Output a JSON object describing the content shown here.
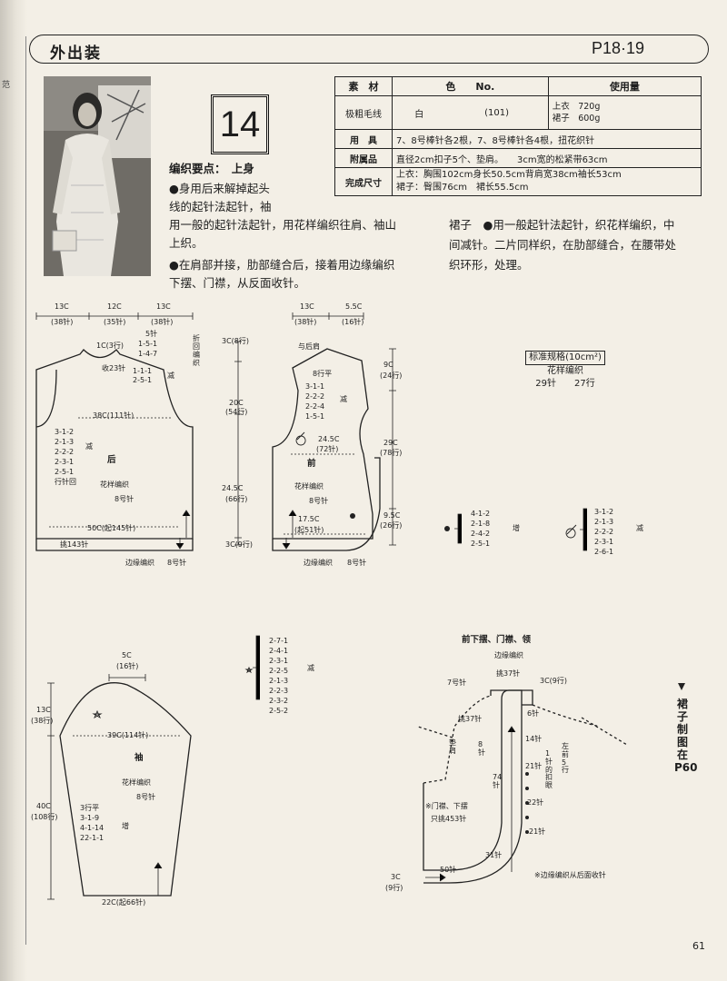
{
  "side_char": "范",
  "header": {
    "title": "外出装",
    "page_ref": "P18·19"
  },
  "pattern_number": "14",
  "materials": {
    "col_material": "素　材",
    "col_color": "色　　No.",
    "col_amount": "使用量",
    "yarn": "极粗毛线",
    "color": "白",
    "color_no": "(101)",
    "amount_top": "上衣　720g",
    "amount_skirt": "裙子　600g",
    "tools_label": "用　具",
    "tools": "7、8号棒针各2根，7、8号棒针各4根，扭花织针",
    "acc_label": "附属品",
    "accessories": "直径2cm扣子5个、垫肩。　　3cm宽的松紧带63cm",
    "size_label": "完成尺寸",
    "size_top": "上衣：胸围102cm身长50.5cm背肩宽38cm袖长53cm",
    "size_skirt": "裙子：臀围76cm　裙长55.5cm"
  },
  "instructions": {
    "heading": "编织要点：　上身",
    "l1": "●身用后来解掉起头",
    "l2": "线的起针法起针，袖",
    "l3": "用一般的起针法起针，用花样编织往肩、袖山",
    "l4": "上织。",
    "l5": "●在肩部并接，肋部缝合后，接着用边缘编织",
    "l6": "下摆、门襟，从反面收针。",
    "skirt1": "裙子　●用一般起针法起针，织花样编织，中",
    "skirt2": "间减针。二片同样织，在肋部缝合，在腰带处",
    "skirt3": "织环形，处理。"
  },
  "gauge": {
    "title": "标准规格(10cm²)",
    "pattern": "花样编织",
    "stitches": "29针　　27行"
  },
  "back": {
    "top_13a": "13C",
    "top_38a": "(38针)",
    "top_12": "12C",
    "top_35": "(35针)",
    "top_13b": "13C",
    "top_38b": "(38针)",
    "neck_1c": "1C(3行)",
    "neck_dec": "收23针",
    "neck_5": "5针",
    "neck_r1": "1-5-1",
    "neck_r2": "1-4-7",
    "fold": "折回编织",
    "sh_r1": "1-1-1",
    "sh_r2": "2-5-1",
    "sh_dec": "减",
    "w38": "38C(111针)",
    "arm_r1": "3-1-2",
    "arm_r2": "2-1-3",
    "arm_r3": "2-2-2",
    "arm_r4": "2-3-1",
    "arm_r5": "2-5-1",
    "arm_dec": "减",
    "arm_back": "行针回",
    "label": "后",
    "pattern": "花样编织",
    "needle": "8号针",
    "h3c": "3C(8行)",
    "h20": "20C",
    "h54": "(54行)",
    "h245": "24.5C",
    "h66": "(66行)",
    "h3c9": "3C(9行)",
    "w50": "50C(起145针)",
    "pick": "挑143针",
    "edge": "边缘编织",
    "edge_needle": "8号针"
  },
  "front": {
    "top_13": "13C",
    "top_38": "(38针)",
    "top_55": "5.5C",
    "top_16": "(16针)",
    "join": "与后肩",
    "r8": "8行平",
    "n1": "3-1-1",
    "n2": "2-2-2",
    "n3": "2-2-4",
    "n4": "1-5-1",
    "ndec": "减",
    "h9": "9C",
    "h24": "(24行)",
    "w245": "24.5C",
    "w72": "(72针)",
    "h29": "29C",
    "h78": "(78行)",
    "label": "前",
    "pattern": "花样编织",
    "needle": "8号针",
    "h95": "9.5C",
    "h26": "(26行)",
    "w175": "17.5C",
    "w51": "(起51针)",
    "edge": "边缘编织",
    "edge_needle": "8号针"
  },
  "symbols": {
    "dot1": "4-1-2",
    "dot2": "2-1-8",
    "dot3": "2-4-2",
    "dot4": "2-5-1",
    "dot_lbl": "增",
    "slash1": "3-1-2",
    "slash2": "2-1-3",
    "slash3": "2-2-2",
    "slash4": "2-3-1",
    "slash5": "2-6-1",
    "slash_lbl": "减",
    "star1": "2-7-1",
    "star2": "2-4-1",
    "star3": "2-3-1",
    "star4": "2-2-5",
    "star5": "2-1-3",
    "star6": "2-2-3",
    "star7": "2-3-2",
    "star8": "2-5-2",
    "star_lbl": "减"
  },
  "sleeve": {
    "top_5": "5C",
    "top_16": "(16针)",
    "h13": "13C",
    "h38": "(38行)",
    "w39": "39C(114针)",
    "label": "袖",
    "pattern": "花样编织",
    "needle": "8号针",
    "r3": "3行平",
    "r1": "3-1-9",
    "r2": "4-1-14",
    "r4": "22-1-1",
    "inc": "增",
    "h40": "40C",
    "h108": "(108行)",
    "w22": "22C(起66针)"
  },
  "edge_diagram": {
    "title": "前下摆、门襟、领",
    "edge": "边缘编织",
    "pick37": "挑37针",
    "c3": "3C(9行)",
    "n7": "7号针",
    "pick37b": "挑37针",
    "s6": "6针",
    "shoulder": "垫肩",
    "c8": "8针",
    "s14": "14针",
    "btn": "1针的扣眼",
    "left5": "左前5行",
    "s21a": "21针",
    "s74": "74针",
    "s22": "22针",
    "s21b": "21针",
    "s31": "31针",
    "s50": "50针",
    "note1": "※门襟、下摆",
    "note2": "只挑453针",
    "bottom_3c": "3C",
    "bottom_9": "(9行)",
    "note_edge": "※边缘编织从后面收针"
  },
  "vertical_note": "裙子制图在P60",
  "page_number": "61"
}
